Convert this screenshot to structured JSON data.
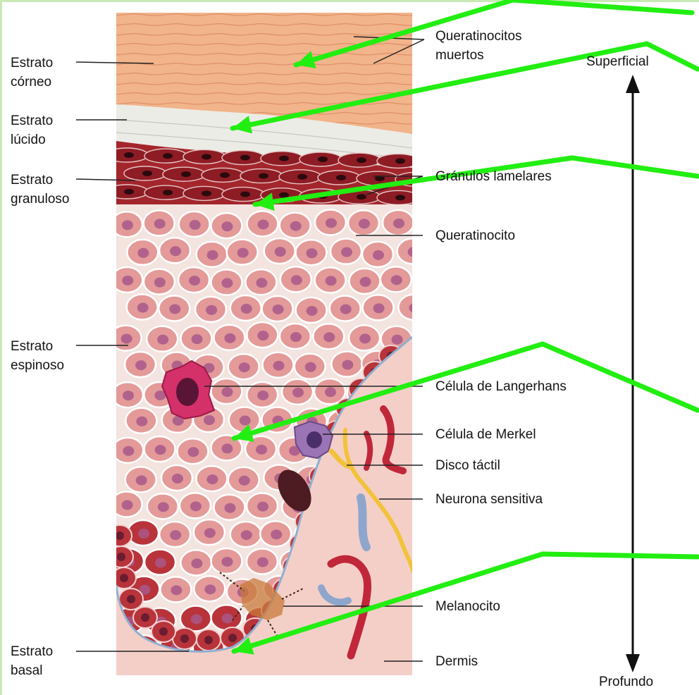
{
  "left_labels": {
    "corneo": [
      "Estrato",
      "córneo"
    ],
    "lucido": [
      "Estrato",
      "lúcido"
    ],
    "granuloso": [
      "Estrato",
      "granuloso"
    ],
    "espinoso": [
      "Estrato",
      "espinoso"
    ],
    "basal": [
      "Estrato",
      "basal"
    ]
  },
  "right_labels": {
    "queratinocitos_muertos": [
      "Queratinocitos",
      "muertos"
    ],
    "granulos_lamelares": "Gránulos lamelares",
    "queratinocito": "Queratinocito",
    "celula_langerhans": "Célula de Langerhans",
    "celula_merkel": "Célula de Merkel",
    "disco_tactil": "Disco táctil",
    "neurona_sensitiva": "Neurona sensitiva",
    "melanocito": "Melanocito",
    "dermis": "Dermis"
  },
  "depth_axis": {
    "top": "Superficial",
    "bottom": "Profundo"
  },
  "colors": {
    "arrow": "#22ee11",
    "corneum": "#f2b48a",
    "lucidum": "#e9e9e4",
    "granulosum": "#a3262c",
    "spinosum": "#e49a98",
    "basal": "#b8343a",
    "dermis": "#f4cfc8",
    "langerhans": "#d4306a",
    "merkel": "#9b74b6",
    "nerve": "#f2c23a",
    "vessel_red": "#c0283a",
    "vessel_blue": "#8fa6cc"
  }
}
